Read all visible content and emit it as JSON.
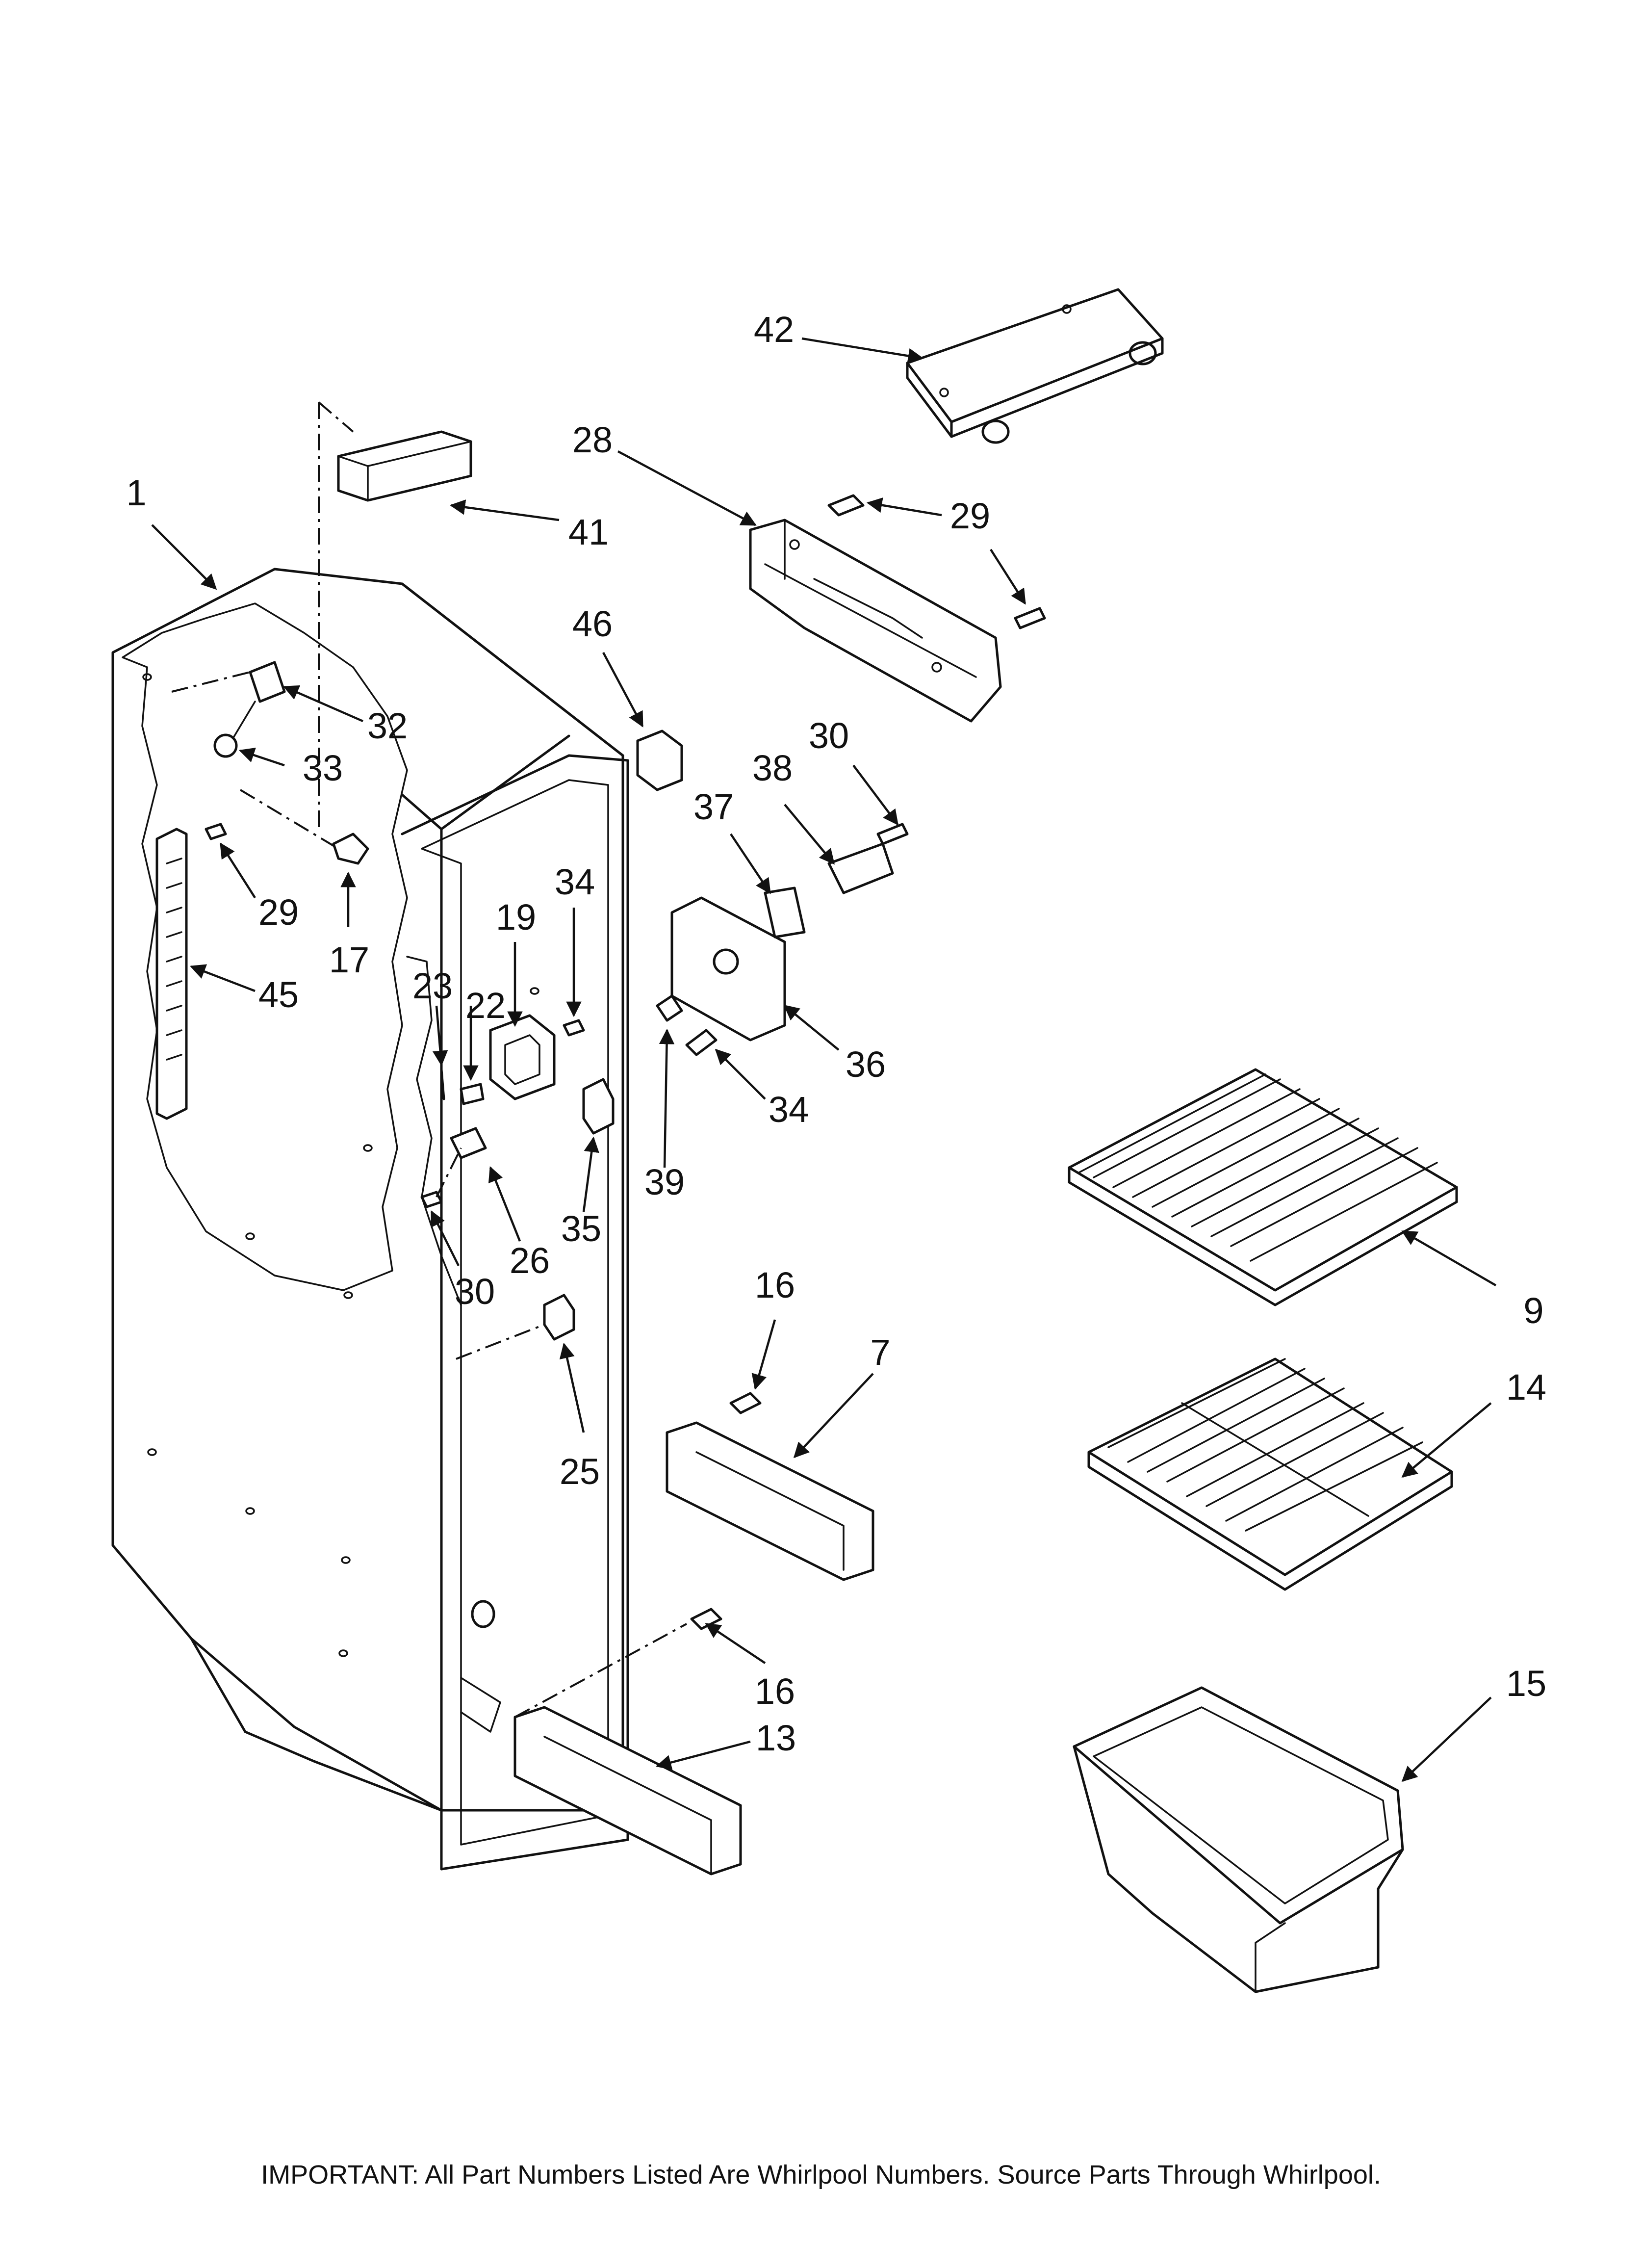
{
  "footer": {
    "notice": "IMPORTANT: All Part Numbers Listed Are Whirlpool Numbers. Source Parts Through Whirlpool."
  },
  "callouts": [
    {
      "id": "c1",
      "text": "1"
    },
    {
      "id": "c41",
      "text": "41"
    },
    {
      "id": "c42",
      "text": "42"
    },
    {
      "id": "c28",
      "text": "28"
    },
    {
      "id": "c29a",
      "text": "29"
    },
    {
      "id": "c46",
      "text": "46"
    },
    {
      "id": "c32",
      "text": "32"
    },
    {
      "id": "c33",
      "text": "33"
    },
    {
      "id": "c29b",
      "text": "29"
    },
    {
      "id": "c17",
      "text": "17"
    },
    {
      "id": "c45",
      "text": "45"
    },
    {
      "id": "c30a",
      "text": "30"
    },
    {
      "id": "c38",
      "text": "38"
    },
    {
      "id": "c37",
      "text": "37"
    },
    {
      "id": "c34a",
      "text": "34"
    },
    {
      "id": "c19",
      "text": "19"
    },
    {
      "id": "c23",
      "text": "23"
    },
    {
      "id": "c22",
      "text": "22"
    },
    {
      "id": "c36",
      "text": "36"
    },
    {
      "id": "c34b",
      "text": "34"
    },
    {
      "id": "c39",
      "text": "39"
    },
    {
      "id": "c35",
      "text": "35"
    },
    {
      "id": "c26",
      "text": "26"
    },
    {
      "id": "c30b",
      "text": "30"
    },
    {
      "id": "c9",
      "text": "9"
    },
    {
      "id": "c16a",
      "text": "16"
    },
    {
      "id": "c7",
      "text": "7"
    },
    {
      "id": "c14",
      "text": "14"
    },
    {
      "id": "c25",
      "text": "25"
    },
    {
      "id": "c15",
      "text": "15"
    },
    {
      "id": "c16b",
      "text": "16"
    },
    {
      "id": "c13",
      "text": "13"
    }
  ]
}
